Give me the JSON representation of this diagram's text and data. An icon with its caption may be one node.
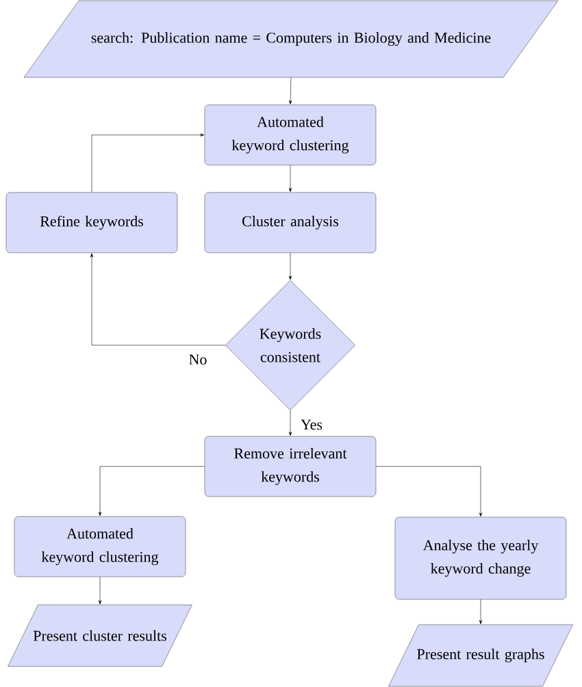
{
  "diagram": {
    "nodes": [
      {
        "text": [
          "search: Publication name = Computers in Biology and Medicine"
        ]
      },
      {
        "text": [
          "Automated keyword clustering"
        ]
      },
      {
        "text": [
          "Refine keywords"
        ]
      },
      {
        "text": [
          "Cluster analysis"
        ]
      },
      {
        "text": [
          "Keywords consistent"
        ]
      },
      {
        "text": [
          "Remove irrelevant keywords"
        ]
      },
      {
        "text": [
          "Automated keyword clustering"
        ]
      },
      {
        "text": [
          "Analyse the yearly keyword change"
        ]
      },
      {
        "text": [
          "Present cluster results"
        ]
      },
      {
        "text": [
          "Present result graphs"
        ]
      }
    ],
    "edges": [
      {
        "from": 0,
        "to": 1,
        "arrow": "to"
      },
      {
        "from": 1,
        "to": 3,
        "arrow": "to"
      },
      {
        "from": 3,
        "to": 4,
        "arrow": "to"
      },
      {
        "from": 4,
        "to": 2,
        "arrow": "to",
        "label": "No"
      },
      {
        "from": 2,
        "to": 1,
        "arrow": "to"
      },
      {
        "from": 4,
        "to": 5,
        "arrow": "to",
        "label": "Yes"
      },
      {
        "from": 5,
        "to": 6,
        "arrow": "to"
      },
      {
        "from": 5,
        "to": 7,
        "arrow": "to"
      },
      {
        "from": 6,
        "to": 8,
        "arrow": "to"
      },
      {
        "from": 7,
        "to": 9,
        "arrow": "to"
      }
    ]
  }
}
